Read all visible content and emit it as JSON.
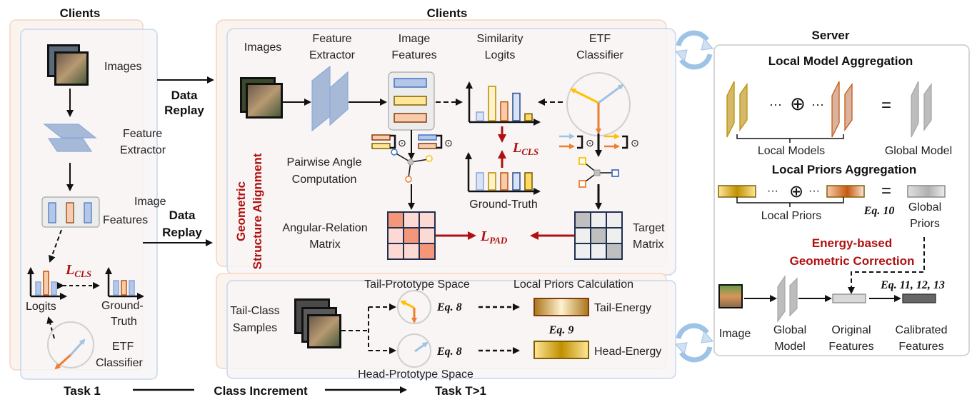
{
  "colors": {
    "client_outer_border": "#f5d5c0",
    "client_inner_border": "#c5d7ef",
    "panel_bg": "#f7f4f5",
    "server_border": "#c8c8c8",
    "accent_red": "#b01010",
    "blue_feature": "#4472c4",
    "yellow_feature": "#bf9000",
    "orange_feature": "#c55a11",
    "etf_orange": "#ed7d31",
    "etf_yellow": "#ffc000",
    "etf_blue": "#9dc3e6",
    "matrix_dark": "#f4967a",
    "matrix_light": "#fcdad3",
    "target_dark": "#bfbfbf",
    "target_light": "#efefef"
  },
  "left_panel": {
    "title": "Clients",
    "images_label": "Images",
    "feature_extractor_label": [
      "Feature",
      "Extractor"
    ],
    "image_features_label": [
      "Image",
      "Features"
    ],
    "loss_label": "L",
    "loss_sub": "CLS",
    "logits_label": "Logits",
    "ground_truth_label": [
      "Ground-",
      "Truth"
    ],
    "etf_label": [
      "ETF",
      "Classifier"
    ],
    "task_label": "Task 1"
  },
  "data_replay": {
    "top": [
      "Data",
      "Replay"
    ],
    "bottom": [
      "Data",
      "Replay"
    ]
  },
  "middle_panel": {
    "title": "Clients",
    "images_label": "Images",
    "feature_extractor_label": [
      "Feature",
      "Extractor"
    ],
    "image_features_label": [
      "Image",
      "Features"
    ],
    "similarity_logits_label": [
      "Similarity",
      "Logits"
    ],
    "etf_label": [
      "ETF",
      "Classifier"
    ],
    "side_label": [
      "Geometric",
      "Structure Alignment"
    ],
    "pairwise_label": [
      "Pairwise Angle",
      "Computation"
    ],
    "angular_matrix_label": [
      "Angular-Relation",
      "Matrix"
    ],
    "cls_loss": "L",
    "cls_loss_sub": "CLS",
    "pad_loss": "L",
    "pad_loss_sub": "PAD",
    "ground_truth_label": "Ground-Truth",
    "target_matrix_label": [
      "Target",
      "Matrix"
    ],
    "odot": "⊙"
  },
  "lower_panel": {
    "tail_samples_label": [
      "Tail-Class",
      "Samples"
    ],
    "tail_space_label": "Tail-Prototype Space",
    "head_space_label": "Head-Prototype Space",
    "local_priors_title": "Local Priors Calculation",
    "eq_tail": "Eq. 8",
    "eq_head": "Eq. 8",
    "eq_mid": "Eq. 9",
    "tail_energy_label": "Tail-Energy",
    "head_energy_label": "Head-Energy"
  },
  "bottom_axis": {
    "class_increment": "Class Increment",
    "task_later": "Task T>1"
  },
  "server": {
    "title": "Server",
    "model_agg_title": "Local Model Aggregation",
    "ellipsis": "···",
    "oplus": "⊕",
    "equals": "=",
    "local_models_label": "Local Models",
    "global_model_label": "Global Model",
    "priors_agg_title": "Local Priors Aggregation",
    "local_priors_label": "Local Priors",
    "eq10": "Eq. 10",
    "global_priors_label": [
      "Global",
      "Priors"
    ],
    "correction_label": [
      "Energy-based",
      "Geometric Correction"
    ],
    "eq_correction": "Eq. 11, 12, 13",
    "image_label": "Image",
    "global_model_pipe_label": [
      "Global",
      "Model"
    ],
    "original_features_label": [
      "Original",
      "Features"
    ],
    "calibrated_features_label": [
      "Calibrated",
      "Features"
    ]
  },
  "similarity_logits_values": [
    0.25,
    1.0,
    0.55,
    0.8,
    0.2
  ],
  "ground_truth_values": [
    0.5,
    0.5,
    0.5,
    0.5,
    0.5
  ],
  "left_logits_values": [
    0.55,
    1.0,
    0.55
  ],
  "left_gt_values": [
    0.6,
    0.6,
    0.6
  ]
}
